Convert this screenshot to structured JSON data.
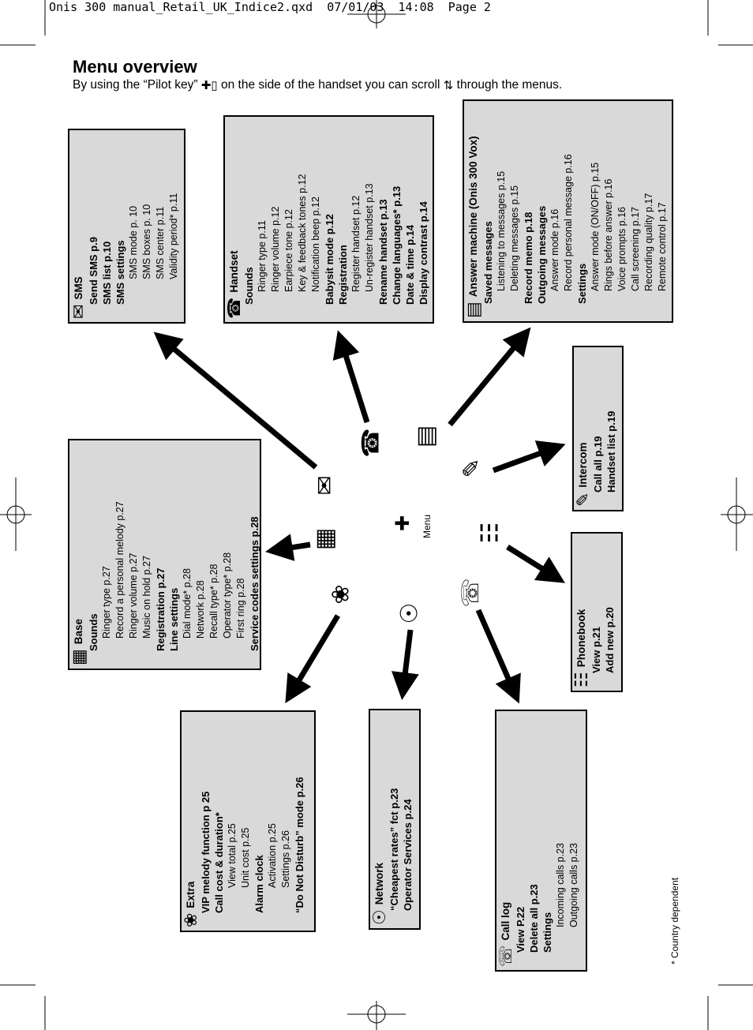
{
  "header": {
    "text": "Onis 300 manual_Retail_UK_Indice2.qxd  07/01/03  14:08  Page 2"
  },
  "title": "Menu overview",
  "subtitle": {
    "part1": "By using the “Pilot key”",
    "part2": "on the side of the handset you can scroll",
    "part3": "through the menus."
  },
  "menu_label": "Menu",
  "footnote": "* Country dependent",
  "icons": {
    "sms": "envelope-icon",
    "handset": "handset-icon",
    "answer": "answering-machine-icon",
    "intercom": "intercom-icon",
    "phonebook": "phonebook-icon",
    "calllog": "call-log-icon",
    "network": "network-icon",
    "extra": "extra-icon",
    "base": "base-icon",
    "pilot": "pilot-key-icon"
  },
  "boxes": {
    "sms": {
      "title": "SMS",
      "lines": [
        {
          "level": 1,
          "text": "Send SMS p.9"
        },
        {
          "level": 1,
          "text": "SMS list p.10"
        },
        {
          "level": 1,
          "text": "SMS settings"
        },
        {
          "level": 3,
          "text": "SMS mode p. 10"
        },
        {
          "level": 3,
          "text": "SMS boxes p. 10"
        },
        {
          "level": 3,
          "text": "SMS center p.11"
        },
        {
          "level": 3,
          "text": "Validity period* p.11"
        }
      ]
    },
    "handset": {
      "title": "Handset",
      "lines": [
        {
          "level": 1,
          "text": "Sounds"
        },
        {
          "level": 2,
          "text": "Ringer type p.11"
        },
        {
          "level": 2,
          "text": "Ringer volume p.12"
        },
        {
          "level": 2,
          "text": "Earpiece tone p.12"
        },
        {
          "level": 2,
          "text": "Key & feedback tones p.12"
        },
        {
          "level": 2,
          "text": "Notification beep p.12"
        },
        {
          "level": 1,
          "text": "Babysit mode p.12"
        },
        {
          "level": 1,
          "text": "Registration"
        },
        {
          "level": 2,
          "text": "Register handset p.12"
        },
        {
          "level": 2,
          "text": "Un-register handset p.13"
        },
        {
          "level": 1,
          "text": "Rename handset p.13"
        },
        {
          "level": 1,
          "text": "Change languages* p.13"
        },
        {
          "level": 1,
          "text": "Date & time p.14"
        },
        {
          "level": 1,
          "text": "Display contrast p.14"
        }
      ]
    },
    "answer": {
      "title": "Answer machine (Onis 300 Vox)",
      "lines": [
        {
          "level": 1,
          "text": "Saved messages"
        },
        {
          "level": 2,
          "text": "Listening to messages p.15"
        },
        {
          "level": 2,
          "text": "Deleting messages p.15"
        },
        {
          "level": 1,
          "text": "Record memo  p.18"
        },
        {
          "level": 1,
          "text": "Outgoing messages"
        },
        {
          "level": 2,
          "text": "Answer mode p.16"
        },
        {
          "level": 2,
          "text": "Record personal message p.16"
        },
        {
          "level": 1,
          "text": "Settings"
        },
        {
          "level": 2,
          "text": "Answer mode (ON/OFF) p.15"
        },
        {
          "level": 2,
          "text": "Rings before answer p.16"
        },
        {
          "level": 2,
          "text": "Voice prompts p.16"
        },
        {
          "level": 2,
          "text": "Call screening p.17"
        },
        {
          "level": 2,
          "text": "Recording quality p.17"
        },
        {
          "level": 2,
          "text": "Remote control p.17"
        }
      ]
    },
    "intercom": {
      "title": "Intercom",
      "lines": [
        {
          "level": 1,
          "text": "Call all p.19"
        },
        {
          "level": 1,
          "text": "Handset list p.19"
        }
      ]
    },
    "phonebook": {
      "title": "Phonebook",
      "lines": [
        {
          "level": 1,
          "text": "View p.21"
        },
        {
          "level": 1,
          "text": "Add new p.20"
        }
      ]
    },
    "calllog": {
      "title": "Call log",
      "lines": [
        {
          "level": 1,
          "text": "View P.22"
        },
        {
          "level": 1,
          "text": "Delete all p.23"
        },
        {
          "level": 1,
          "text": "Settings"
        },
        {
          "level": 3,
          "text": "Incoming calls p.23"
        },
        {
          "level": 3,
          "text": "Outgoing calls p.23"
        }
      ]
    },
    "network": {
      "title": "Network",
      "lines": [
        {
          "level": 1,
          "text": "“Cheapest rates” fct  p.23"
        },
        {
          "level": 1,
          "text": "Operator Services p.24"
        }
      ]
    },
    "extra": {
      "title": "Extra",
      "lines": [
        {
          "level": 1,
          "text": "VIP melody function p 25"
        },
        {
          "level": 1,
          "text": "Call cost & duration*"
        },
        {
          "level": 3,
          "text": "View total p.25"
        },
        {
          "level": 3,
          "text": "Unit cost p.25"
        },
        {
          "level": 1,
          "text": "Alarm clock"
        },
        {
          "level": 3,
          "text": "Activation p.25"
        },
        {
          "level": 3,
          "text": "Settings p.26"
        },
        {
          "level": 1,
          "text": "“Do Not Disturb”  mode  p.26"
        }
      ]
    },
    "base": {
      "title": "Base",
      "lines": [
        {
          "level": 1,
          "text": "Sounds"
        },
        {
          "level": 2,
          "text": "Ringer type p.27"
        },
        {
          "level": 2,
          "text": "Record a personal melody p.27"
        },
        {
          "level": 2,
          "text": "Ringer volume p.27"
        },
        {
          "level": 2,
          "text": "Music on hold p.27"
        },
        {
          "level": 1,
          "text": "Registration p.27"
        },
        {
          "level": 1,
          "text": "Line settings"
        },
        {
          "level": 2,
          "text": "Dial mode* p.28"
        },
        {
          "level": 2,
          "text": "Network p.28"
        },
        {
          "level": 2,
          "text": "Recall type* p.28"
        },
        {
          "level": 2,
          "text": "Operator type* p.28"
        },
        {
          "level": 2,
          "text": "First ring p.28"
        },
        {
          "level": 1,
          "text": "Service codes settings p.28"
        }
      ]
    }
  }
}
